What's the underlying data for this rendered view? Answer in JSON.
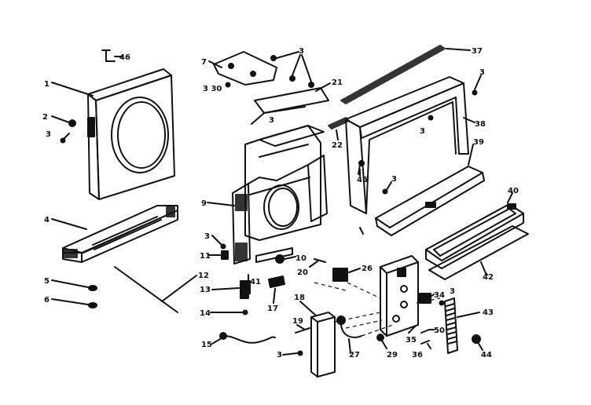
{
  "callouts": [
    {
      "id": "c46",
      "text": "46"
    },
    {
      "id": "c1",
      "text": "1"
    },
    {
      "id": "c2",
      "text": "2"
    },
    {
      "id": "c3a",
      "text": "3"
    },
    {
      "id": "c4",
      "text": "4"
    },
    {
      "id": "c5",
      "text": "5"
    },
    {
      "id": "c6",
      "text": "6"
    },
    {
      "id": "c12",
      "text": "12"
    },
    {
      "id": "c7",
      "text": "7"
    },
    {
      "id": "c3b",
      "text": "3"
    },
    {
      "id": "c30",
      "text": "3 30"
    },
    {
      "id": "c21",
      "text": "21"
    },
    {
      "id": "c3c",
      "text": "3"
    },
    {
      "id": "c9",
      "text": "9"
    },
    {
      "id": "c3d",
      "text": "3"
    },
    {
      "id": "c11",
      "text": "11"
    },
    {
      "id": "c10",
      "text": "10"
    },
    {
      "id": "c20",
      "text": "20"
    },
    {
      "id": "c13",
      "text": "13"
    },
    {
      "id": "c41",
      "text": "41"
    },
    {
      "id": "c17",
      "text": "17"
    },
    {
      "id": "c14",
      "text": "14"
    },
    {
      "id": "c15",
      "text": "15"
    },
    {
      "id": "c18",
      "text": "18"
    },
    {
      "id": "c19",
      "text": "19"
    },
    {
      "id": "c3e",
      "text": "3"
    },
    {
      "id": "c27",
      "text": "27"
    },
    {
      "id": "c26",
      "text": "26"
    },
    {
      "id": "c29",
      "text": "29"
    },
    {
      "id": "c37",
      "text": "37"
    },
    {
      "id": "c3f",
      "text": "3"
    },
    {
      "id": "c38",
      "text": "38"
    },
    {
      "id": "c22",
      "text": "22"
    },
    {
      "id": "c3g",
      "text": "3"
    },
    {
      "id": "c39",
      "text": "39"
    },
    {
      "id": "c45",
      "text": "45"
    },
    {
      "id": "c3h",
      "text": "3"
    },
    {
      "id": "c40",
      "text": "40"
    },
    {
      "id": "c42",
      "text": "42"
    },
    {
      "id": "c34",
      "text": "34"
    },
    {
      "id": "c3i",
      "text": "3"
    },
    {
      "id": "c43",
      "text": "43"
    },
    {
      "id": "c35",
      "text": "35"
    },
    {
      "id": "c50",
      "text": "50"
    },
    {
      "id": "c36",
      "text": "36"
    },
    {
      "id": "c44",
      "text": "44"
    }
  ]
}
